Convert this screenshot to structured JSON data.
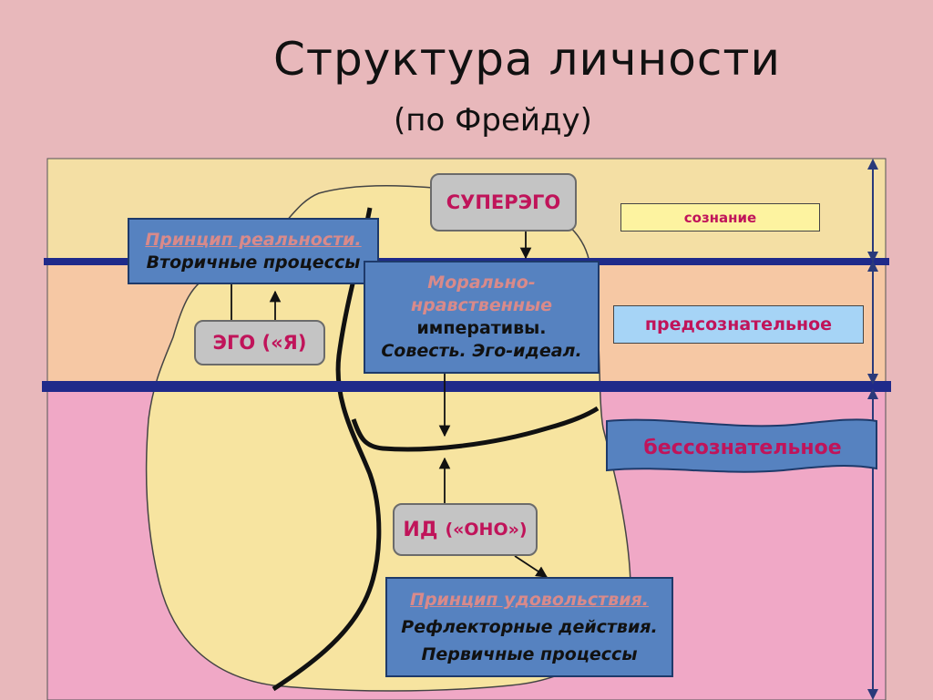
{
  "title": "Структура личности",
  "subtitle": "(по Фрейду)",
  "levels": {
    "conscious": "сознание",
    "preconscious": "предсознательное",
    "unconscious": "бессознательное"
  },
  "superego": {
    "label": "СУПЕРЭГО",
    "desc_line1": "Морально-",
    "desc_line2": "нравственные",
    "desc_line3": "императивы.",
    "desc_line4": "Совесть. Эго-идеал."
  },
  "ego": {
    "label": "ЭГО («Я)",
    "desc_line1": "Принцип реальности.",
    "desc_line2": "Вторичные процессы"
  },
  "id": {
    "label_part1": "ИД",
    "label_part2": "(«ОНО»)",
    "desc_line1": "Принцип удовольствия.",
    "desc_line2": "Рефлекторные действия.",
    "desc_line3": "Первичные процессы"
  },
  "colors": {
    "conscious_zone": "#f4dfa4",
    "preconscious_zone": "#f6c8a4",
    "unconscious_zone": "#f0a8c6",
    "psyche_shape": "#f7e4a0",
    "divider": "#1f2a8a",
    "box_gray": "#c4c4c4",
    "box_blue": "#5682c0",
    "accent_text": "#c0145a"
  }
}
